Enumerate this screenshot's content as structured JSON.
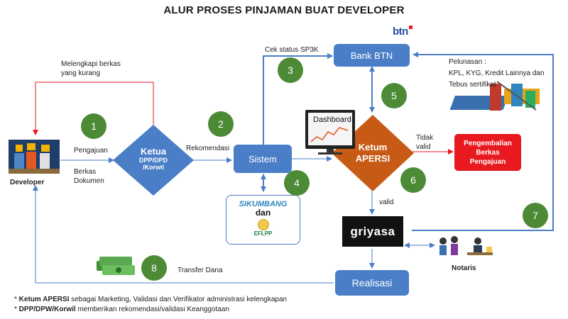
{
  "title": "ALUR PROSES PINJAMAN BUAT DEVELOPER",
  "labels": {
    "melengkapi_1": "Melengkapi berkas",
    "melengkapi_2": "yang kurang",
    "cek_status": "Cek status SP3K",
    "pelunasan_1": "Pelunasan :",
    "pelunasan_2": "KPL, KYG, Kredit Lainnya dan",
    "pelunasan_3": "Tebus sertifikat",
    "pengajuan": "Pengajuan",
    "berkas_1": "Berkas",
    "berkas_2": "Dokumen",
    "rekomendasi": "Rekomendasi",
    "tidak_1": "Tidak",
    "tidak_2": "valid",
    "valid": "valid",
    "transfer": "Transfer Dana",
    "developer": "Developer",
    "notaris": "Notaris",
    "dashboard": "Dashboard",
    "dan": "dan"
  },
  "nodes": {
    "bank_btn": "Bank BTN",
    "sistem": "Sistem",
    "realisasi": "Realisasi",
    "ketua_1": "Ketua",
    "ketua_2": "DPP/DPD",
    "ketua_3": "/Korwil",
    "ketum_1": "Ketum",
    "ketum_2": "APERSI",
    "pengembalian_1": "Pengembalian",
    "pengembalian_2": "Berkas",
    "pengembalian_3": "Pengajuan"
  },
  "logos": {
    "btn": "btn",
    "sikumbang": "SIKUMBANG",
    "eflpp": "EFLPP",
    "griyasa": "griyasa"
  },
  "steps": [
    "1",
    "2",
    "3",
    "4",
    "5",
    "6",
    "7",
    "8"
  ],
  "notes": {
    "n1_bold": "Ketum APERSI",
    "n1_rest": " sebagai Marketing, Validasi dan Verifikator administrasi kelengkapan",
    "n2_bold": "DPP/DPW/Korwil",
    "n2_rest": " memberikan rekomendasi/validasi  Keanggotaan"
  },
  "colors": {
    "node_blue": "#4a7ec7",
    "diamond_orange": "#c75b16",
    "reject_red": "#e8191f",
    "step_green": "#4c8a36",
    "arrow_blue": "#4a7ec7",
    "feedback_red": "#e8191f"
  }
}
